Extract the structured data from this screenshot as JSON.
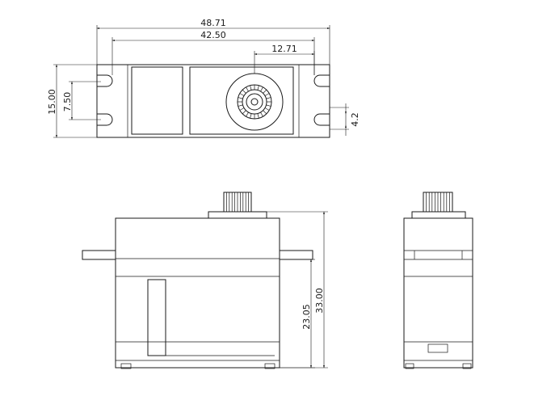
{
  "dimensions": {
    "overall_width": "48.71",
    "hole_spacing": "42.50",
    "shaft_offset": "12.71",
    "tab_height": "15.00",
    "slot_spacing": "7.50",
    "slot_width": "4.2",
    "mount_to_top": "23.05",
    "total_height": "33.00"
  },
  "colors": {
    "line": "#1a1a1a",
    "background": "#ffffff"
  }
}
